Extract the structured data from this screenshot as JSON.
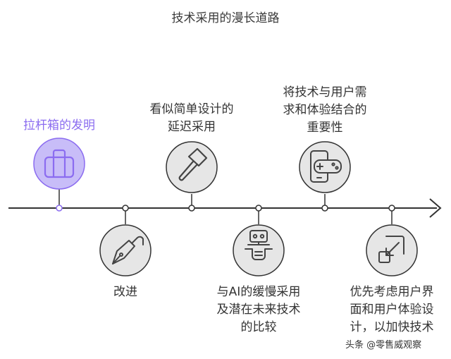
{
  "title": "技术采用的漫长道路",
  "colors": {
    "accent": "#8b6cf0",
    "accent_fill": "#c8bdf8",
    "node_fill": "#e6e6e6",
    "line": "#333333"
  },
  "milestones": [
    {
      "label": "拉杆箱的发明",
      "icon": "suitcase-icon",
      "highlight": true
    },
    {
      "label": "改进",
      "icon": "pen-nib-icon"
    },
    {
      "label": "看似简单设计的\n延迟采用",
      "icon": "hammer-icon"
    },
    {
      "label": "与AI的缓慢采用\n及潜在未来技术\n的比较",
      "icon": "robot-icon"
    },
    {
      "label": "将技术与用户需\n求和体验结合的\n重要性",
      "icon": "game-controller-phone-icon"
    },
    {
      "label": "优先考虑用户界\n面和用户体验设\n计，以加快技术",
      "icon": "resize-arrow-icon"
    }
  ],
  "watermark": "头条 @零售威观察"
}
